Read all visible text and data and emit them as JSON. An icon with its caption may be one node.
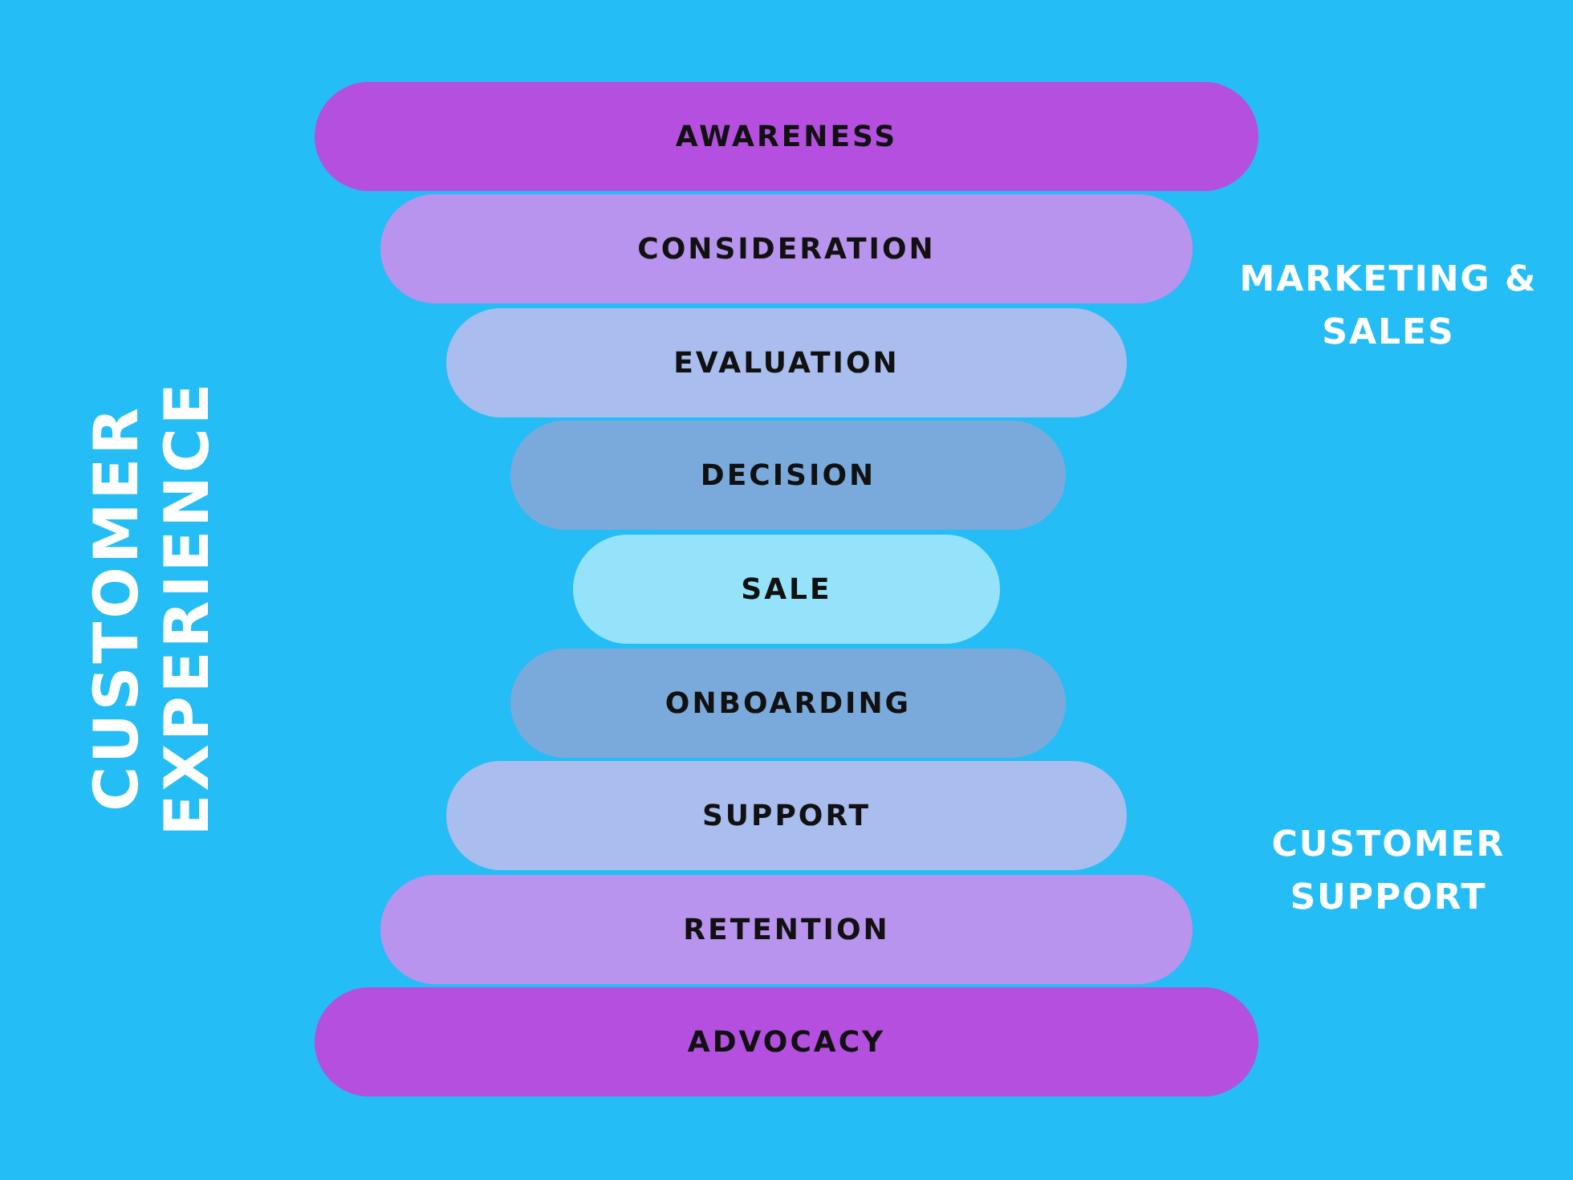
{
  "diagram": {
    "nodes": [
      {
        "text": [
          "AWARENESS"
        ]
      },
      {
        "text": [
          "CONSIDERATION"
        ]
      },
      {
        "text": [
          "EVALUATION"
        ]
      },
      {
        "text": [
          "DECISION"
        ]
      },
      {
        "text": [
          "SALE"
        ]
      },
      {
        "text": [
          "ONBOARDING"
        ]
      },
      {
        "text": [
          "SUPPORT"
        ]
      },
      {
        "text": [
          "RETENTION"
        ]
      },
      {
        "text": [
          "ADVOCACY"
        ]
      }
    ],
    "labels": [
      "CUSTOMER EXPERIENCE",
      "MARKETING & SALES",
      "CUSTOMER SUPPORT"
    ]
  }
}
